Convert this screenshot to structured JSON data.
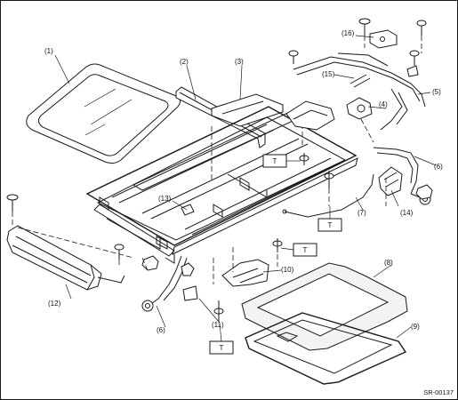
{
  "callouts": {
    "c1": "(1)",
    "c2": "(2)",
    "c3": "(3)",
    "c4": "(4)",
    "c5": "(5)",
    "c6a": "(6)",
    "c6b": "(6)",
    "c7": "(7)",
    "c8": "(8)",
    "c9": "(9)",
    "c10": "(10)",
    "c11": "(11)",
    "c12": "(12)",
    "c13": "(13)",
    "c14": "(14)",
    "c15": "(15)",
    "c16": "(16)"
  },
  "torque_marks": {
    "t1": "T",
    "t2": "T",
    "t3": "T",
    "t4": "T"
  },
  "figure_code": "SR-00137"
}
